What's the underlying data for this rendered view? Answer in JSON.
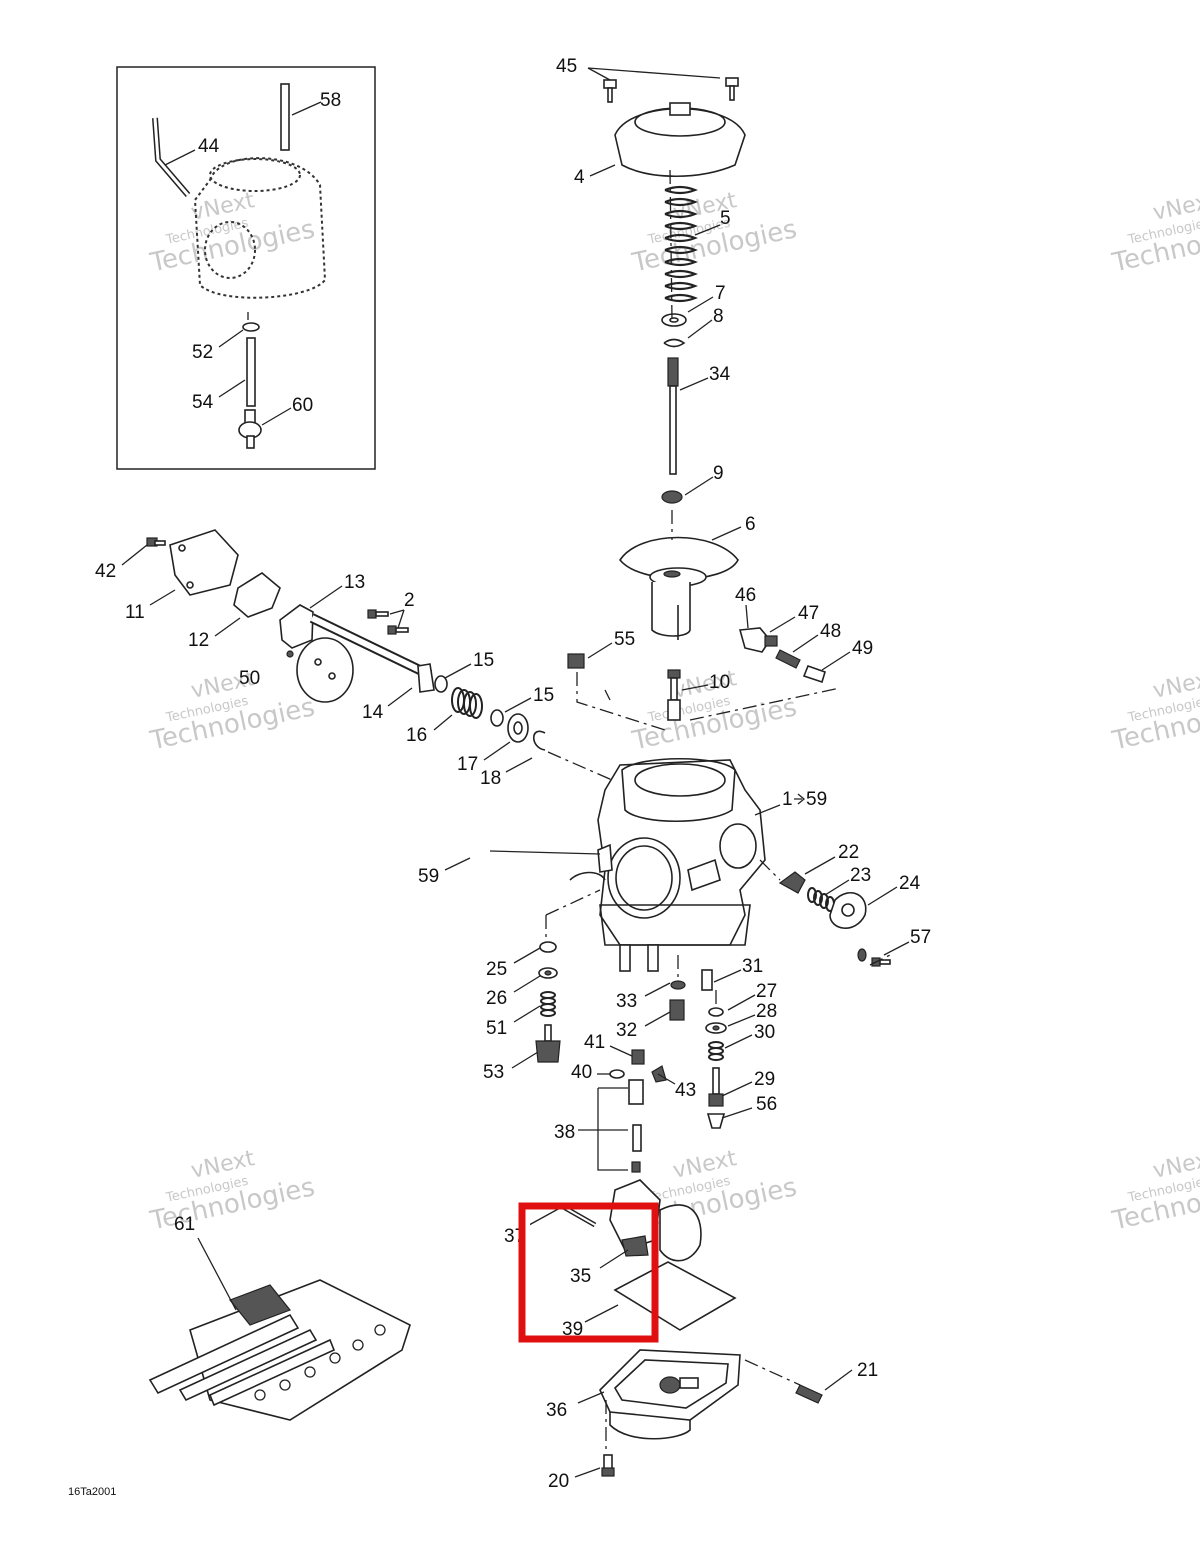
{
  "diagram_code": "16Ta2001",
  "watermark": {
    "line1": "vNext",
    "line2": "Technologies"
  },
  "callouts": [
    "45",
    "58",
    "44",
    "4",
    "5",
    "7",
    "8",
    "52",
    "34",
    "54",
    "60",
    "9",
    "6",
    "42",
    "11",
    "13",
    "2",
    "12",
    "46",
    "47",
    "48",
    "49",
    "55",
    "15",
    "50",
    "10",
    "14",
    "16",
    "17",
    "18",
    "1",
    "59",
    "22",
    "23",
    "24",
    "57",
    "25",
    "31",
    "26",
    "27",
    "33",
    "28",
    "51",
    "32",
    "30",
    "41",
    "53",
    "40",
    "43",
    "29",
    "56",
    "38",
    "37",
    "35",
    "39",
    "21",
    "36",
    "20",
    "61"
  ],
  "highlight_color": "#e01010"
}
